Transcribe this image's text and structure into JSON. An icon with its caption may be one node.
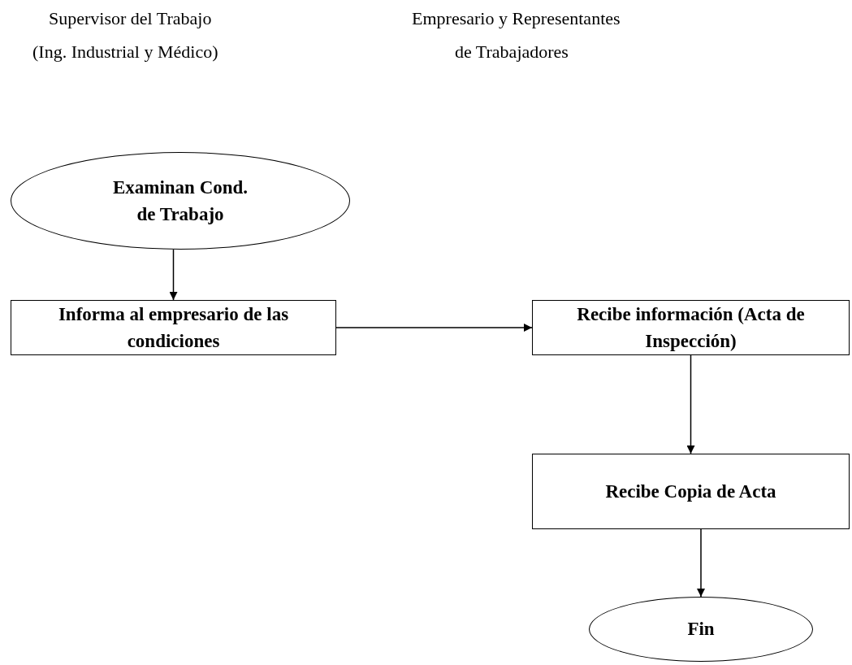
{
  "diagram": {
    "nodes": [
      {
        "text": [
          "Examinan Cond. de Trabajo"
        ]
      },
      {
        "text": [
          "Informa al empresario de las condiciones"
        ]
      },
      {
        "text": [
          "Recibe información (Acta de Inspección)"
        ]
      },
      {
        "text": [
          "Recibe Copia de Acta"
        ]
      },
      {
        "text": [
          "Fin"
        ]
      }
    ],
    "edges": [
      {
        "from": 0,
        "to": 1,
        "arrow": "to"
      },
      {
        "from": 1,
        "to": 2,
        "arrow": "to"
      },
      {
        "from": 2,
        "to": 3,
        "arrow": "to"
      },
      {
        "from": 3,
        "to": 4,
        "arrow": "to"
      }
    ],
    "labels": [
      "Supervisor del Trabajo",
      "Empresario y Representantes",
      "(Ing. Industrial y Médico)",
      "de Trabajadores"
    ]
  }
}
